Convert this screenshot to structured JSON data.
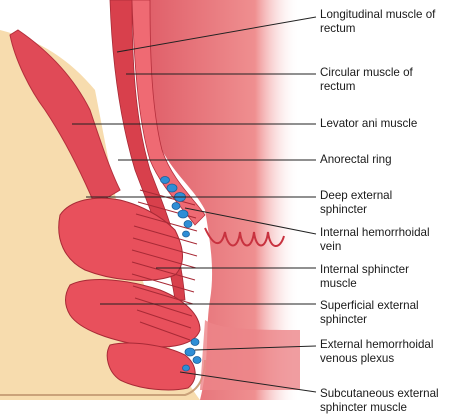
{
  "labels": [
    {
      "id": "longitudinal-muscle",
      "lines": [
        "Longitudinal muscle of",
        "rectum"
      ]
    },
    {
      "id": "circular-muscle",
      "lines": [
        "Circular muscle of",
        "rectum"
      ]
    },
    {
      "id": "levator-ani",
      "lines": [
        "Levator ani muscle"
      ]
    },
    {
      "id": "anorectal-ring",
      "lines": [
        "Anorectal ring"
      ]
    },
    {
      "id": "deep-external-sphincter",
      "lines": [
        "Deep external",
        "sphincter"
      ]
    },
    {
      "id": "internal-hemorrhoidal-vein",
      "lines": [
        "Internal hemorrhoidal",
        "vein"
      ]
    },
    {
      "id": "internal-sphincter",
      "lines": [
        "Internal sphincter",
        "muscle"
      ]
    },
    {
      "id": "superficial-external-sphincter",
      "lines": [
        "Superficial external",
        "sphincter"
      ]
    },
    {
      "id": "external-hemorrhoidal-plexus",
      "lines": [
        "External hemorrhoidal",
        "venous plexus"
      ]
    },
    {
      "id": "subcutaneous-external-sphincter",
      "lines": [
        "Subcutaneous external",
        "sphincter muscle"
      ]
    }
  ],
  "colors": {
    "background": "#ffffff",
    "fat": "#f7dcae",
    "muscle": "#e8505c",
    "muscle_dark": "#c8323f",
    "mucosa": "#e97b7e",
    "vein": "#2e8ed6",
    "leader": "#222222"
  }
}
